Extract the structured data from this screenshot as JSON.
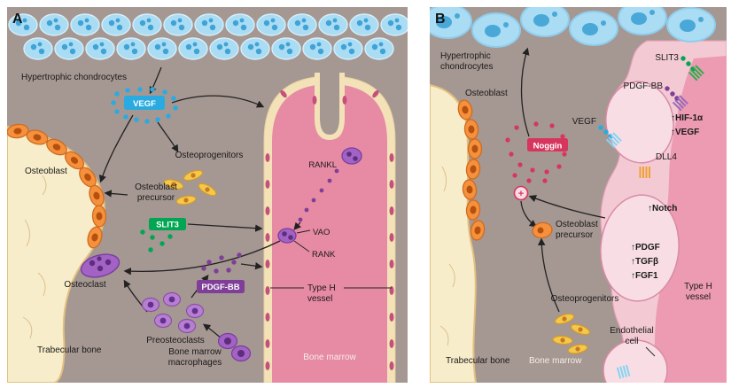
{
  "figure_title": "Bone vasculature signaling figure",
  "colors": {
    "panel_background": "#a59792",
    "trabecular_bone": "#f8edca",
    "bone_outline": "#e2c07f",
    "vessel_pink": "#e78aa4",
    "vessel_border_cream": "#f3e2b8",
    "vessel_light_pink": "#f3cad4",
    "vessel_lumen_pink": "#ec9bb2",
    "chondrocyte_blue": "#aadcf4",
    "chondrocyte_nucleus": "#3fa3d6",
    "osteoblast_orange": "#f5913d",
    "purple_cell": "#a263c4",
    "osteoprogenitor_yellow": "#f2c94c",
    "vegf_blue": "#29abe2",
    "slit3_green": "#00a651",
    "pdgfbb_purple": "#7f3f98",
    "noggin_red": "#d6365e"
  },
  "panelA": {
    "letter": "A",
    "hypertrophic_chondrocytes": "Hypertrophic chondrocytes",
    "vegf": "VEGF",
    "osteoprogenitors": "Osteoprogenitors",
    "osteoblast": "Osteoblast",
    "osteoblast_precursor_l1": "Osteoblast",
    "osteoblast_precursor_l2": "precursor",
    "slit3": "SLIT3",
    "rankl": "RANKL",
    "vao": "VAO",
    "rank": "RANK",
    "osteoclast": "Osteoclast",
    "pdgf_bb": "PDGF-BB",
    "preosteoclasts": "Preosteoclasts",
    "bone_marrow_macrophages_l1": "Bone marrow",
    "bone_marrow_macrophages_l2": "macrophages",
    "type_h_vessel_l1": "Type H",
    "type_h_vessel_l2": "vessel",
    "trabecular_bone": "Trabecular bone",
    "bone_marrow": "Bone marrow"
  },
  "panelB": {
    "letter": "B",
    "hypertrophic_chondrocytes_l1": "Hypertrophic",
    "hypertrophic_chondrocytes_l2": "chondrocytes",
    "osteoblast": "Osteoblast",
    "slit3": "SLIT3",
    "pdgf_bb": "PDGF-BB",
    "vegf": "VEGF",
    "noggin": "Noggin",
    "plus": "+",
    "hif1a_up": "↑HIF-1α",
    "vegf_up": "↑VEGF",
    "dll4": "DLL4",
    "notch_up": "↑Notch",
    "osteoblast_precursor_l1": "Osteoblast",
    "osteoblast_precursor_l2": "precursor",
    "pdgf_up": "↑PDGF",
    "tgfb_up": "↑TGFβ",
    "fgf1_up": "↑FGF1",
    "osteoprogenitors": "Osteoprogenitors",
    "endothelial_cell_l1": "Endothelial",
    "endothelial_cell_l2": "cell",
    "type_h_vessel_l1": "Type H",
    "type_h_vessel_l2": "vessel",
    "trabecular_bone": "Trabecular bone",
    "bone_marrow": "Bone marrow"
  }
}
